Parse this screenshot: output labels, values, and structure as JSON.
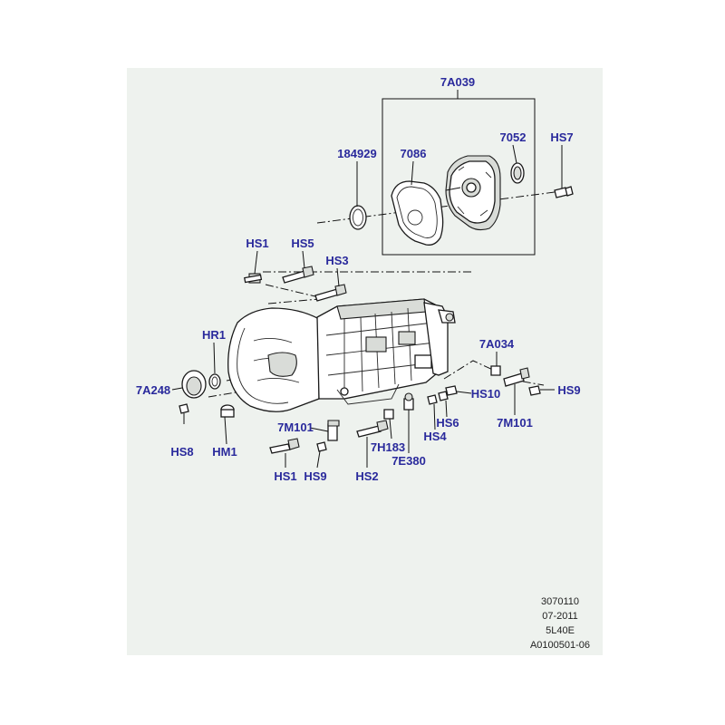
{
  "callouts": {
    "pump_assembly": "7A039",
    "snap_ring": "184929",
    "pump_gasket": "7086",
    "pump_seal": "7052",
    "hs7": "HS7",
    "hs1_upper": "HS1",
    "hs5": "HS5",
    "hs3": "HS3",
    "hr1": "HR1",
    "7a248": "7A248",
    "7a034": "7A034",
    "hs9_right": "HS9",
    "hs10": "HS10",
    "7m101_right": "7M101",
    "hs6": "HS6",
    "hs4": "HS4",
    "7m101_left": "7M101",
    "7h183": "7H183",
    "7e380": "7E380",
    "hs8": "HS8",
    "hm1": "HM1",
    "hs1_lower": "HS1",
    "hs9_lower": "HS9",
    "hs2": "HS2"
  },
  "reference": {
    "line1": "3070110",
    "line2": "07-2011",
    "line3": "5L40E",
    "line4": "A0100501-06"
  },
  "colors": {
    "callout_text": "#2a2a9c",
    "panel_background": "#eef2ee",
    "line_art": "#1a1a1a"
  }
}
